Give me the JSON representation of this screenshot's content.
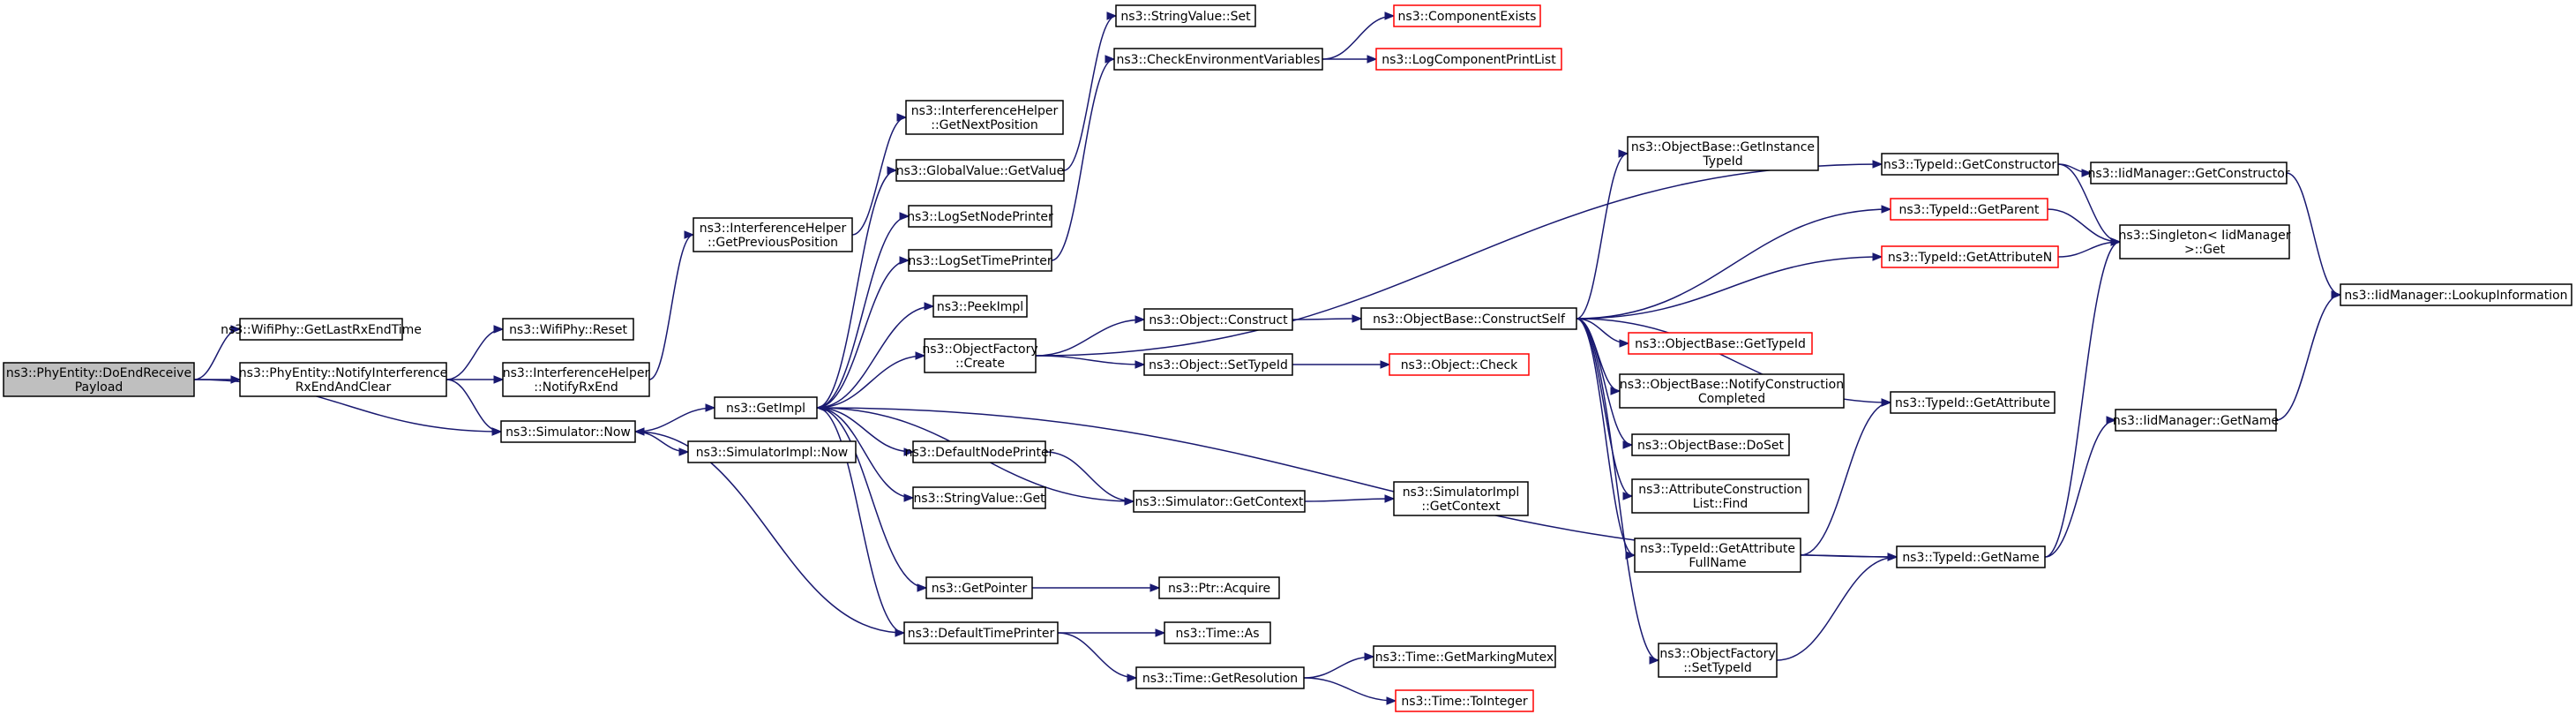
{
  "diagram": {
    "nodes": [
      {
        "id": "doendreceive",
        "lines": [
          "ns3::PhyEntity::DoEndReceive",
          "Payload"
        ],
        "style": "root"
      },
      {
        "id": "getlastrx",
        "lines": [
          "ns3::WifiPhy::GetLastRxEndTime"
        ],
        "style": "normal"
      },
      {
        "id": "notifyinterference",
        "lines": [
          "ns3::PhyEntity::NotifyInterference",
          "RxEndAndClear"
        ],
        "style": "normal"
      },
      {
        "id": "simnow",
        "lines": [
          "ns3::Simulator::Now"
        ],
        "style": "normal"
      },
      {
        "id": "wifireset",
        "lines": [
          "ns3::WifiPhy::Reset"
        ],
        "style": "normal"
      },
      {
        "id": "ihnotifyrxend",
        "lines": [
          "ns3::InterferenceHelper",
          "::NotifyRxEnd"
        ],
        "style": "normal"
      },
      {
        "id": "ihgetprev",
        "lines": [
          "ns3::InterferenceHelper",
          "::GetPreviousPosition"
        ],
        "style": "normal"
      },
      {
        "id": "ihgetnext",
        "lines": [
          "ns3::InterferenceHelper",
          "::GetNextPosition"
        ],
        "style": "normal"
      },
      {
        "id": "getimpl",
        "lines": [
          "ns3::GetImpl"
        ],
        "style": "normal"
      },
      {
        "id": "simimplnow",
        "lines": [
          "ns3::SimulatorImpl::Now"
        ],
        "style": "normal"
      },
      {
        "id": "globalgetvalue",
        "lines": [
          "ns3::GlobalValue::GetValue"
        ],
        "style": "normal"
      },
      {
        "id": "logsetnode",
        "lines": [
          "ns3::LogSetNodePrinter"
        ],
        "style": "normal"
      },
      {
        "id": "logsettime",
        "lines": [
          "ns3::LogSetTimePrinter"
        ],
        "style": "normal"
      },
      {
        "id": "peekimpl",
        "lines": [
          "ns3::PeekImpl"
        ],
        "style": "normal"
      },
      {
        "id": "objfactorycreate",
        "lines": [
          "ns3::ObjectFactory",
          "::Create"
        ],
        "style": "normal"
      },
      {
        "id": "defaultnode",
        "lines": [
          "ns3::DefaultNodePrinter"
        ],
        "style": "normal"
      },
      {
        "id": "stringvalueget",
        "lines": [
          "ns3::StringValue::Get"
        ],
        "style": "normal"
      },
      {
        "id": "getpointer",
        "lines": [
          "ns3::GetPointer"
        ],
        "style": "normal"
      },
      {
        "id": "defaulttime",
        "lines": [
          "ns3::DefaultTimePrinter"
        ],
        "style": "normal"
      },
      {
        "id": "stringvalueset",
        "lines": [
          "ns3::StringValue::Set"
        ],
        "style": "normal"
      },
      {
        "id": "checkenv",
        "lines": [
          "ns3::CheckEnvironmentVariables"
        ],
        "style": "normal"
      },
      {
        "id": "componentexists",
        "lines": [
          "ns3::ComponentExists"
        ],
        "style": "red"
      },
      {
        "id": "logcomplist",
        "lines": [
          "ns3::LogComponentPrintList"
        ],
        "style": "red"
      },
      {
        "id": "objconstruct",
        "lines": [
          "ns3::Object::Construct"
        ],
        "style": "normal"
      },
      {
        "id": "objsettypeid",
        "lines": [
          "ns3::Object::SetTypeId"
        ],
        "style": "normal"
      },
      {
        "id": "simgetcontext",
        "lines": [
          "ns3::Simulator::GetContext"
        ],
        "style": "normal"
      },
      {
        "id": "ptracquire",
        "lines": [
          "ns3::Ptr::Acquire"
        ],
        "style": "normal"
      },
      {
        "id": "timeas",
        "lines": [
          "ns3::Time::As"
        ],
        "style": "normal"
      },
      {
        "id": "timegetres",
        "lines": [
          "ns3::Time::GetResolution"
        ],
        "style": "normal"
      },
      {
        "id": "obgetinstance",
        "lines": [
          "ns3::ObjectBase::GetInstance",
          "TypeId"
        ],
        "style": "normal"
      },
      {
        "id": "obconstructself",
        "lines": [
          "ns3::ObjectBase::ConstructSelf"
        ],
        "style": "normal"
      },
      {
        "id": "objcheck",
        "lines": [
          "ns3::Object::Check"
        ],
        "style": "red"
      },
      {
        "id": "simimplgetctx",
        "lines": [
          "ns3::SimulatorImpl",
          "::GetContext"
        ],
        "style": "normal"
      },
      {
        "id": "timegetmarking",
        "lines": [
          "ns3::Time::GetMarkingMutex"
        ],
        "style": "normal"
      },
      {
        "id": "timetointeger",
        "lines": [
          "ns3::Time::ToInteger"
        ],
        "style": "red"
      },
      {
        "id": "obgettypeid",
        "lines": [
          "ns3::ObjectBase::GetTypeId"
        ],
        "style": "red"
      },
      {
        "id": "obnotify",
        "lines": [
          "ns3::ObjectBase::NotifyConstruction",
          "Completed"
        ],
        "style": "normal"
      },
      {
        "id": "obdoset",
        "lines": [
          "ns3::ObjectBase::DoSet"
        ],
        "style": "normal"
      },
      {
        "id": "attrconslist",
        "lines": [
          "ns3::AttributeConstruction",
          "List::Find"
        ],
        "style": "normal"
      },
      {
        "id": "tidgetattrfull",
        "lines": [
          "ns3::TypeId::GetAttribute",
          "FullName"
        ],
        "style": "normal"
      },
      {
        "id": "ofsettypeid",
        "lines": [
          "ns3::ObjectFactory",
          "::SetTypeId"
        ],
        "style": "normal"
      },
      {
        "id": "tidgetconstructor",
        "lines": [
          "ns3::TypeId::GetConstructor"
        ],
        "style": "normal"
      },
      {
        "id": "tidgetparent",
        "lines": [
          "ns3::TypeId::GetParent"
        ],
        "style": "red"
      },
      {
        "id": "tidgetattrn",
        "lines": [
          "ns3::TypeId::GetAttributeN"
        ],
        "style": "red"
      },
      {
        "id": "tidgetattr",
        "lines": [
          "ns3::TypeId::GetAttribute"
        ],
        "style": "normal"
      },
      {
        "id": "tidgetname",
        "lines": [
          "ns3::TypeId::GetName"
        ],
        "style": "normal"
      },
      {
        "id": "iidgetconstructor",
        "lines": [
          "ns3::IidManager::GetConstructor"
        ],
        "style": "normal"
      },
      {
        "id": "singletonget",
        "lines": [
          "ns3::Singleton< IidManager",
          " >::Get"
        ],
        "style": "normal"
      },
      {
        "id": "iidgetname",
        "lines": [
          "ns3::IidManager::GetName"
        ],
        "style": "normal"
      },
      {
        "id": "iidlookup",
        "lines": [
          "ns3::IidManager::LookupInformation"
        ],
        "style": "normal"
      }
    ],
    "edges": [
      [
        "doendreceive",
        "getlastrx"
      ],
      [
        "doendreceive",
        "notifyinterference"
      ],
      [
        "doendreceive",
        "simnow"
      ],
      [
        "notifyinterference",
        "wifireset"
      ],
      [
        "notifyinterference",
        "ihnotifyrxend"
      ],
      [
        "notifyinterference",
        "simnow"
      ],
      [
        "ihnotifyrxend",
        "ihgetprev"
      ],
      [
        "ihgetprev",
        "ihgetnext"
      ],
      [
        "simnow",
        "getimpl"
      ],
      [
        "simnow",
        "simimplnow"
      ],
      [
        "getimpl",
        "globalgetvalue"
      ],
      [
        "getimpl",
        "logsetnode"
      ],
      [
        "getimpl",
        "logsettime"
      ],
      [
        "getimpl",
        "peekimpl"
      ],
      [
        "getimpl",
        "objfactorycreate"
      ],
      [
        "getimpl",
        "defaultnode"
      ],
      [
        "getimpl",
        "stringvalueget"
      ],
      [
        "getimpl",
        "getpointer"
      ],
      [
        "getimpl",
        "defaulttime"
      ],
      [
        "getimpl",
        "tidgetname"
      ],
      [
        "globalgetvalue",
        "stringvalueset"
      ],
      [
        "logsettime",
        "checkenv"
      ],
      [
        "checkenv",
        "componentexists"
      ],
      [
        "checkenv",
        "logcomplist"
      ],
      [
        "objfactorycreate",
        "objconstruct"
      ],
      [
        "objfactorycreate",
        "objsettypeid"
      ],
      [
        "objfactorycreate",
        "tidgetconstructor"
      ],
      [
        "defaultnode",
        "simgetcontext"
      ],
      [
        "simgetcontext",
        "getimpl"
      ],
      [
        "simgetcontext",
        "simimplgetctx"
      ],
      [
        "getpointer",
        "ptracquire"
      ],
      [
        "defaulttime",
        "simnow"
      ],
      [
        "defaulttime",
        "timeas"
      ],
      [
        "defaulttime",
        "timegetres"
      ],
      [
        "timegetres",
        "timegetmarking"
      ],
      [
        "timegetres",
        "timetointeger"
      ],
      [
        "objconstruct",
        "obconstructself"
      ],
      [
        "objsettypeid",
        "objcheck"
      ],
      [
        "obconstructself",
        "obgetinstance"
      ],
      [
        "obconstructself",
        "tidgetparent"
      ],
      [
        "obconstructself",
        "tidgetattrn"
      ],
      [
        "obconstructself",
        "tidgetattr"
      ],
      [
        "obconstructself",
        "obgettypeid"
      ],
      [
        "obconstructself",
        "obnotify"
      ],
      [
        "obconstructself",
        "obdoset"
      ],
      [
        "obconstructself",
        "attrconslist"
      ],
      [
        "obconstructself",
        "tidgetattrfull"
      ],
      [
        "obconstructself",
        "ofsettypeid"
      ],
      [
        "tidgetattrfull",
        "tidgetattr"
      ],
      [
        "tidgetattrfull",
        "tidgetname"
      ],
      [
        "ofsettypeid",
        "tidgetname"
      ],
      [
        "tidgetconstructor",
        "iidgetconstructor"
      ],
      [
        "tidgetconstructor",
        "singletonget"
      ],
      [
        "tidgetparent",
        "singletonget"
      ],
      [
        "tidgetattrn",
        "singletonget"
      ],
      [
        "tidgetname",
        "singletonget"
      ],
      [
        "tidgetname",
        "iidgetname"
      ],
      [
        "iidgetconstructor",
        "iidlookup"
      ],
      [
        "iidgetname",
        "iidlookup"
      ]
    ]
  }
}
